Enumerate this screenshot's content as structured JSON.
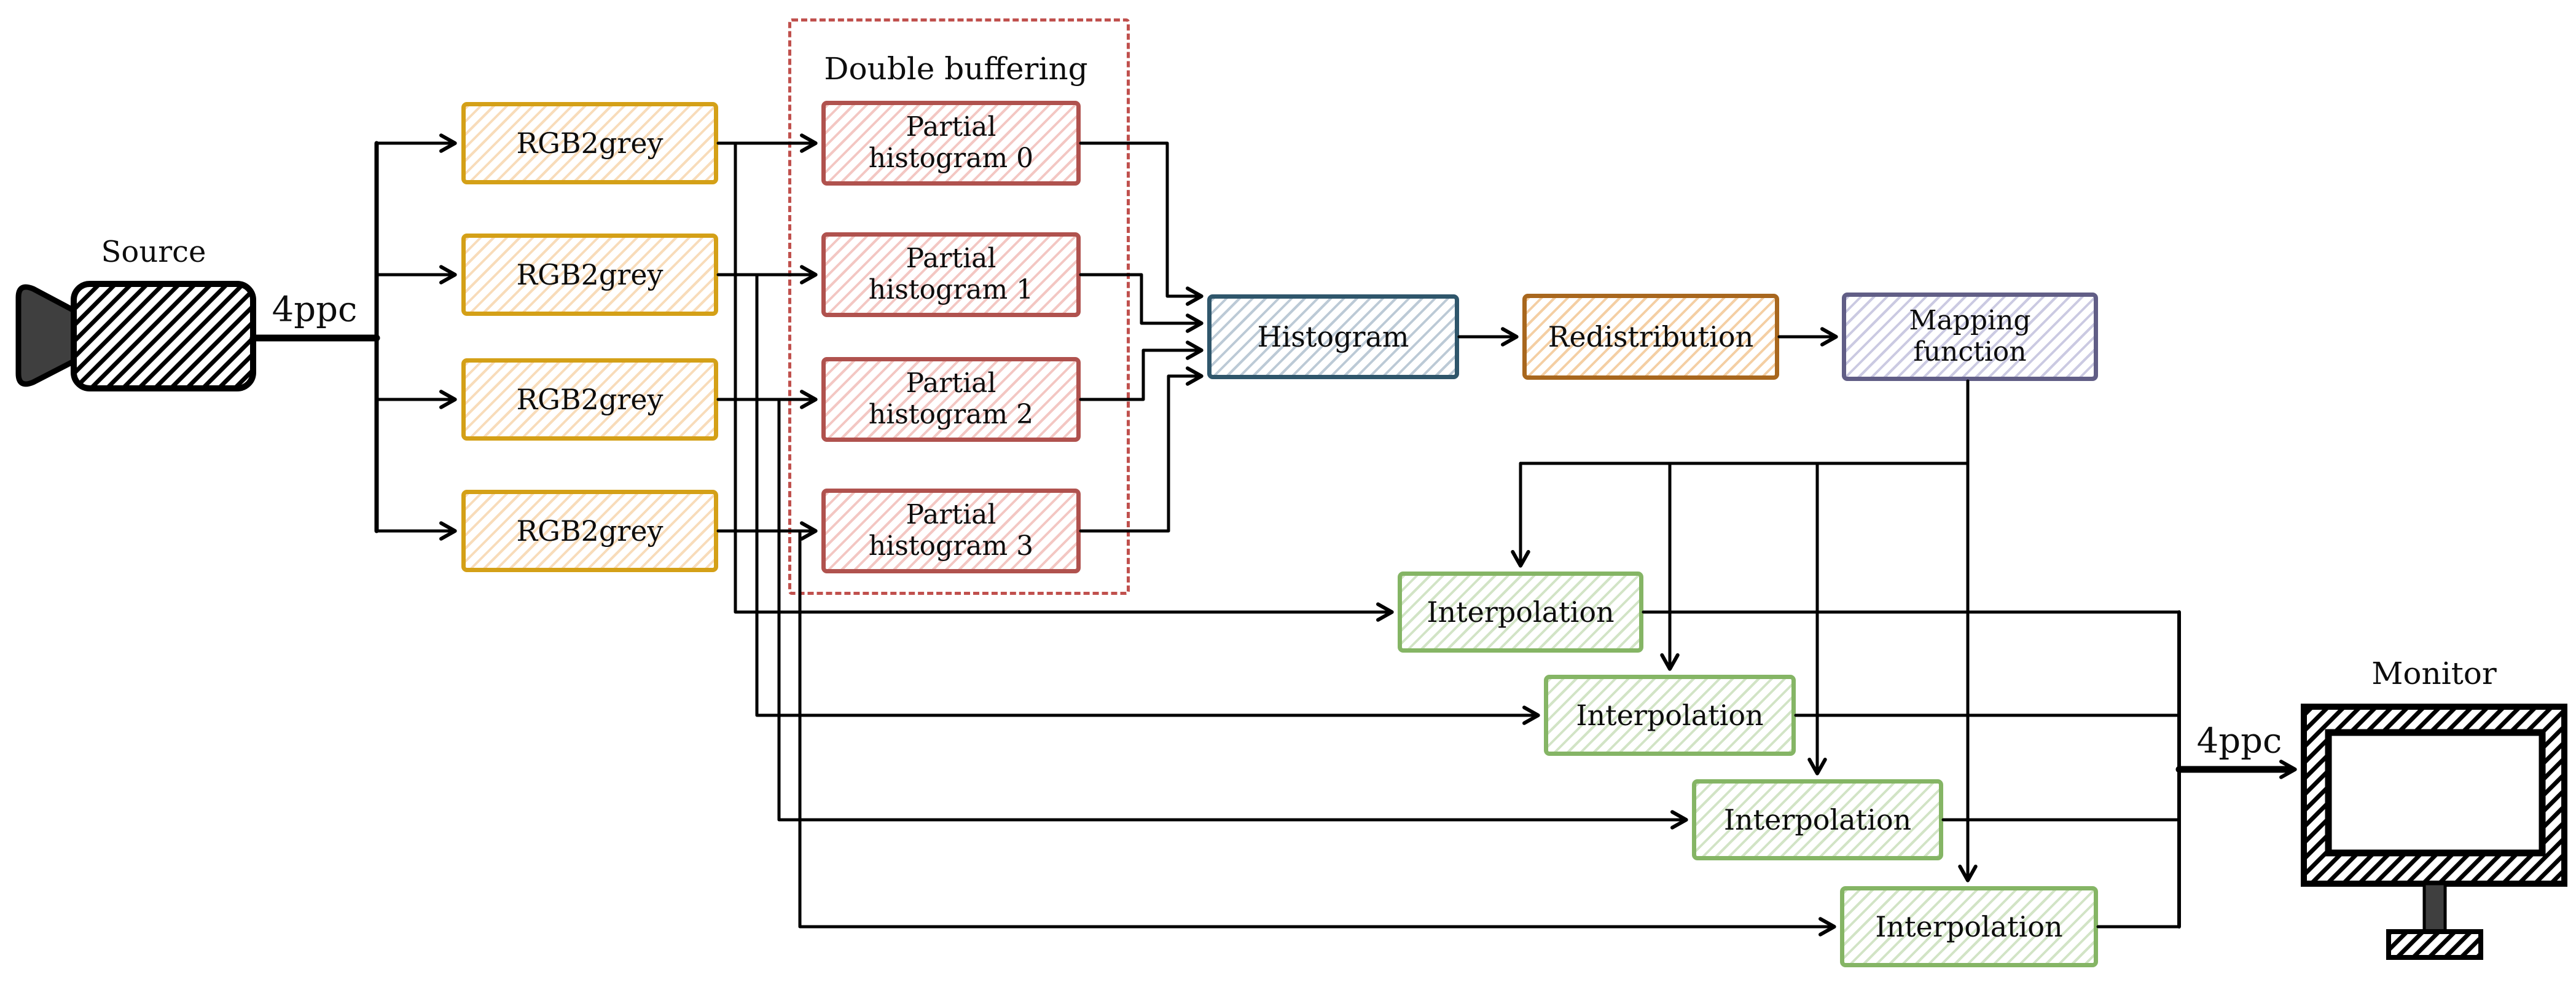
{
  "canvas": {
    "background": "#ffffff"
  },
  "colors": {
    "line": "#000000",
    "text": "#0d0d0d",
    "rgb2grey_border": "#d4a017",
    "rgb2grey_hatch": "#f8dcba",
    "partial_histogram_border": "#b0524e",
    "partial_histogram_hatch": "#f3c7c3",
    "double_buffering_border": "#c0504d",
    "histogram_border": "#2f566b",
    "histogram_hatch": "#bccad6",
    "redistribution_border": "#a8671e",
    "redistribution_hatch": "#f4cfa4",
    "mapping_border": "#615e86",
    "mapping_hatch": "#cbcae2",
    "interpolation_border": "#85b565",
    "interpolation_hatch": "#d2e4c6",
    "icon_dark_fill": "#3f3f3f"
  },
  "source": {
    "label": "Source",
    "rate": "4ppc"
  },
  "monitor": {
    "label": "Monitor",
    "rate": "4ppc"
  },
  "double_buffering": {
    "label": "Double buffering"
  },
  "rgb2grey": {
    "label": "RGB2grey"
  },
  "partial_histograms": [
    {
      "line1": "Partial",
      "line2": "histogram 0"
    },
    {
      "line1": "Partial",
      "line2": "histogram 1"
    },
    {
      "line1": "Partial",
      "line2": "histogram 2"
    },
    {
      "line1": "Partial",
      "line2": "histogram 3"
    }
  ],
  "histogram": {
    "label": "Histogram"
  },
  "redistribution": {
    "label": "Redistribution"
  },
  "mapping_function": {
    "line1": "Mapping",
    "line2": "function"
  },
  "interpolation": {
    "label": "Interpolation"
  }
}
